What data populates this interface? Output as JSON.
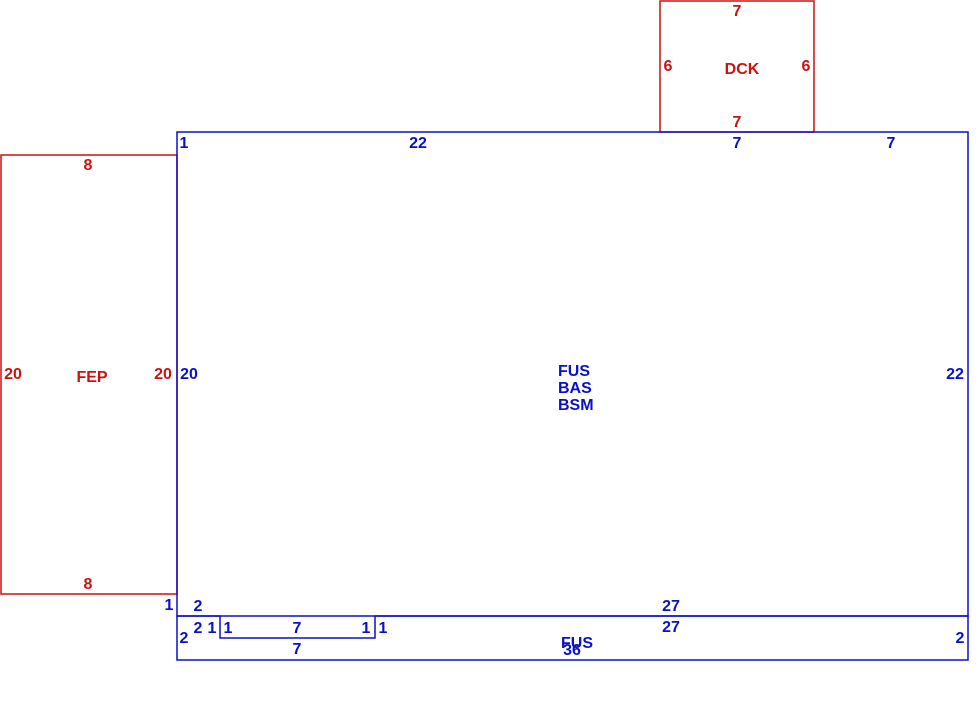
{
  "colors": {
    "exterior": "#cc1111",
    "main": "#0a10c8",
    "background": "#ffffff"
  },
  "areas": {
    "dck": {
      "label": "DCK",
      "top": "7",
      "bottom": "7",
      "left": "6",
      "right": "6"
    },
    "fep": {
      "label": "FEP",
      "top": "8",
      "bottom": "8",
      "left": "20",
      "right": "20"
    },
    "main": {
      "label_1": "FUS",
      "label_2": "BAS",
      "label_3": "BSM",
      "top_left": "1",
      "top_mid": "22",
      "top_dck": "7",
      "top_right": "7",
      "left": "20",
      "right": "22",
      "bottom_left_1": "1",
      "bottom_left_2": "2",
      "bottom_right": "27"
    },
    "lower": {
      "label": "FUS",
      "left": "2",
      "step_1": "2",
      "step_2": "1",
      "step_3": "1",
      "notch_top": "7",
      "notch_right": "1",
      "step_4": "1",
      "top_right": "27",
      "right": "2",
      "bottom_notch": "7",
      "bottom": "36"
    }
  }
}
